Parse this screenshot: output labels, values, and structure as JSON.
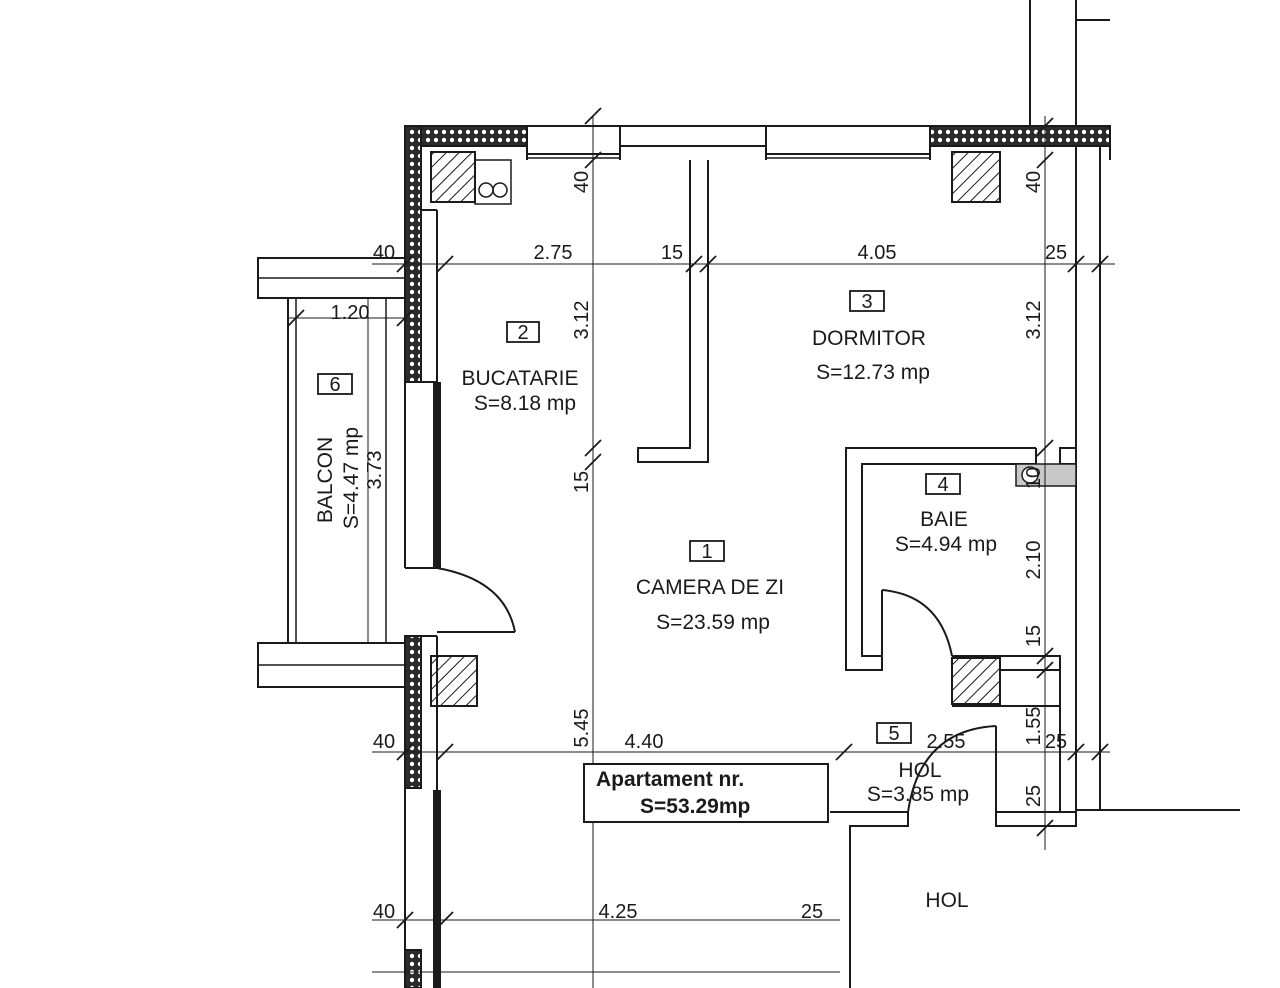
{
  "rooms": [
    {
      "id": "1",
      "name": "CAMERA DE ZI",
      "area": "S=23.59 mp"
    },
    {
      "id": "2",
      "name": "BUCATARIE",
      "area": "S=8.18 mp"
    },
    {
      "id": "3",
      "name": "DORMITOR",
      "area": "S=12.73 mp"
    },
    {
      "id": "4",
      "name": "BAIE",
      "area": "S=4.94 mp"
    },
    {
      "id": "5",
      "name": "HOL",
      "area": "S=3.85 mp"
    },
    {
      "id": "6",
      "name": "BALCON",
      "area": "S=4.47 mp"
    }
  ],
  "apartment": {
    "title": "Apartament nr.",
    "area": "S=53.29mp"
  },
  "outside_label": "HOL",
  "dimensions": {
    "top_40_left": "40",
    "kitchen_width": "2.75",
    "wall_15": "15",
    "bedroom_width": "4.05",
    "wall_25": "25",
    "balcony_width": "1.20",
    "balcony_length": "3.73",
    "top_40_mid": "40",
    "top_40_right": "40",
    "kitchen_depth": "3.12",
    "bedroom_depth": "3.12",
    "wall_15_mid": "15",
    "living_depth": "5.45",
    "left_40_bottom": "40",
    "living_width": "4.40",
    "hall_width": "2.55",
    "wall_25_right_bottom": "25",
    "bath_depth": "2.10",
    "bath_15": "15",
    "bath_top_10": "10",
    "hall_depth": "1.55",
    "hall_25": "25",
    "left_40_lower": "40",
    "lower_width": "4.25",
    "lower_25": "25"
  }
}
